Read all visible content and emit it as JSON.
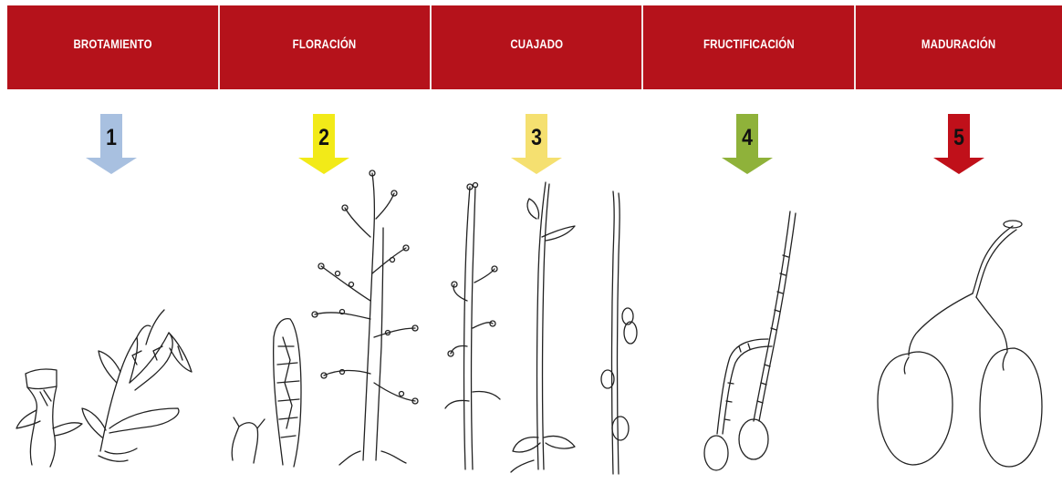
{
  "stages": [
    {
      "label": "BROTAMIENTO",
      "number": "1",
      "color": "#a8c0e0"
    },
    {
      "label": "FLORACIÓN",
      "number": "2",
      "color": "#f2ea18"
    },
    {
      "label": "CUAJADO",
      "number": "3",
      "color": "#f5e070"
    },
    {
      "label": "FRUCTIFICACIÓN",
      "number": "4",
      "color": "#8fb23a"
    },
    {
      "label": "MADURACIÓN",
      "number": "5",
      "color": "#c0101a"
    }
  ],
  "header_color": "#b5121b"
}
